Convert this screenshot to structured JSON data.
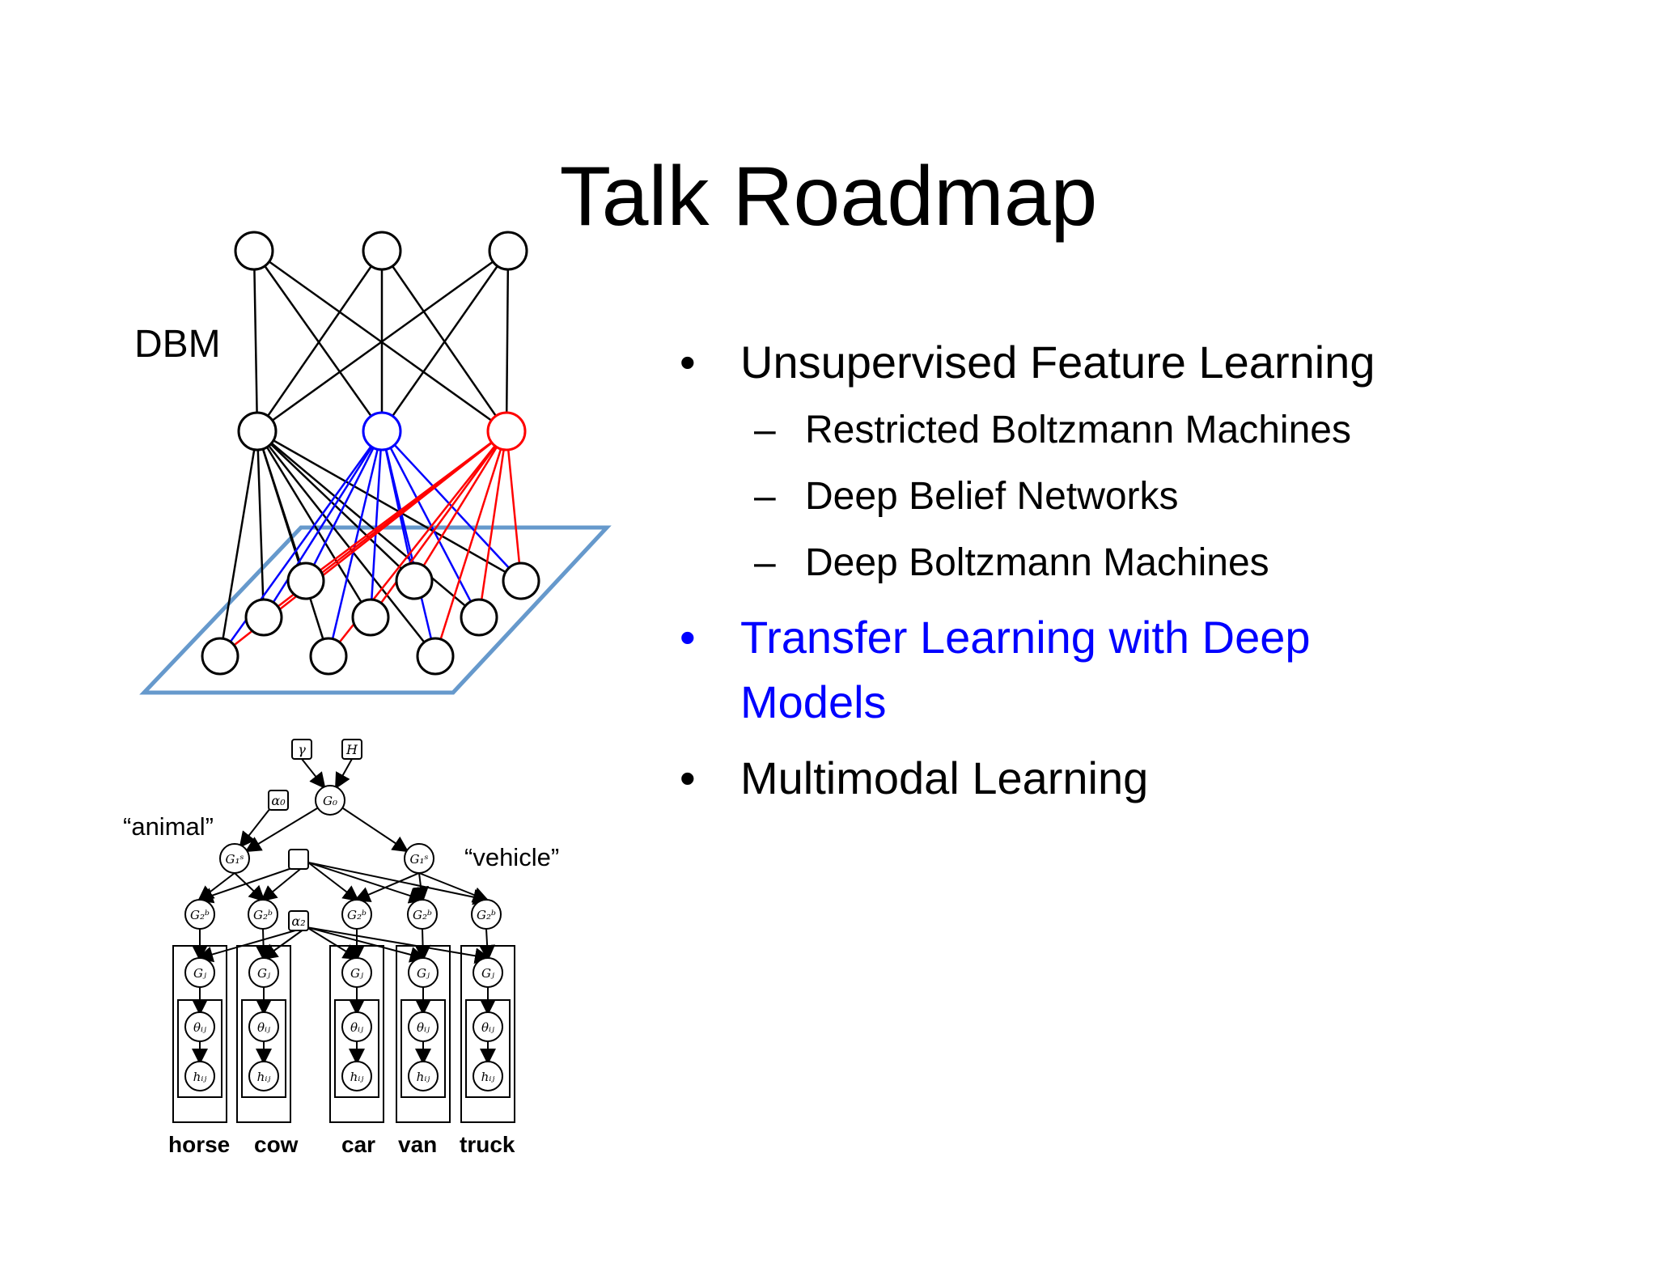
{
  "slide": {
    "title": "Talk Roadmap",
    "dbm_label": "DBM",
    "hdp_labels": {
      "animal": "“animal”",
      "vehicle": "“vehicle”",
      "categories": [
        "horse",
        "cow",
        "car",
        "van",
        "truck"
      ],
      "top_params": [
        "γ",
        "H"
      ],
      "alpha0": "α₀",
      "alpha2": "α₂",
      "g0": "G₀",
      "g1s": "G₁ˢ",
      "g2b": "G₂ᵇ",
      "gj": "Gⱼ",
      "theta": "θᵢⱼ",
      "h": "hᵢⱼ"
    },
    "bullets": [
      {
        "text": "Unsupervised Feature Learning",
        "highlight": false,
        "sub": [
          "Restricted Boltzmann Machines",
          "Deep Belief Networks",
          "Deep Boltzmann Machines"
        ]
      },
      {
        "text": "Transfer Learning with Deep Models",
        "highlight": true,
        "sub": []
      },
      {
        "text": "Multimodal Learning",
        "highlight": false,
        "sub": []
      }
    ],
    "colors": {
      "highlight": "#0000ff",
      "red_unit": "#ff0000",
      "blue_unit": "#0000ff",
      "plane": "#6699cc"
    }
  }
}
